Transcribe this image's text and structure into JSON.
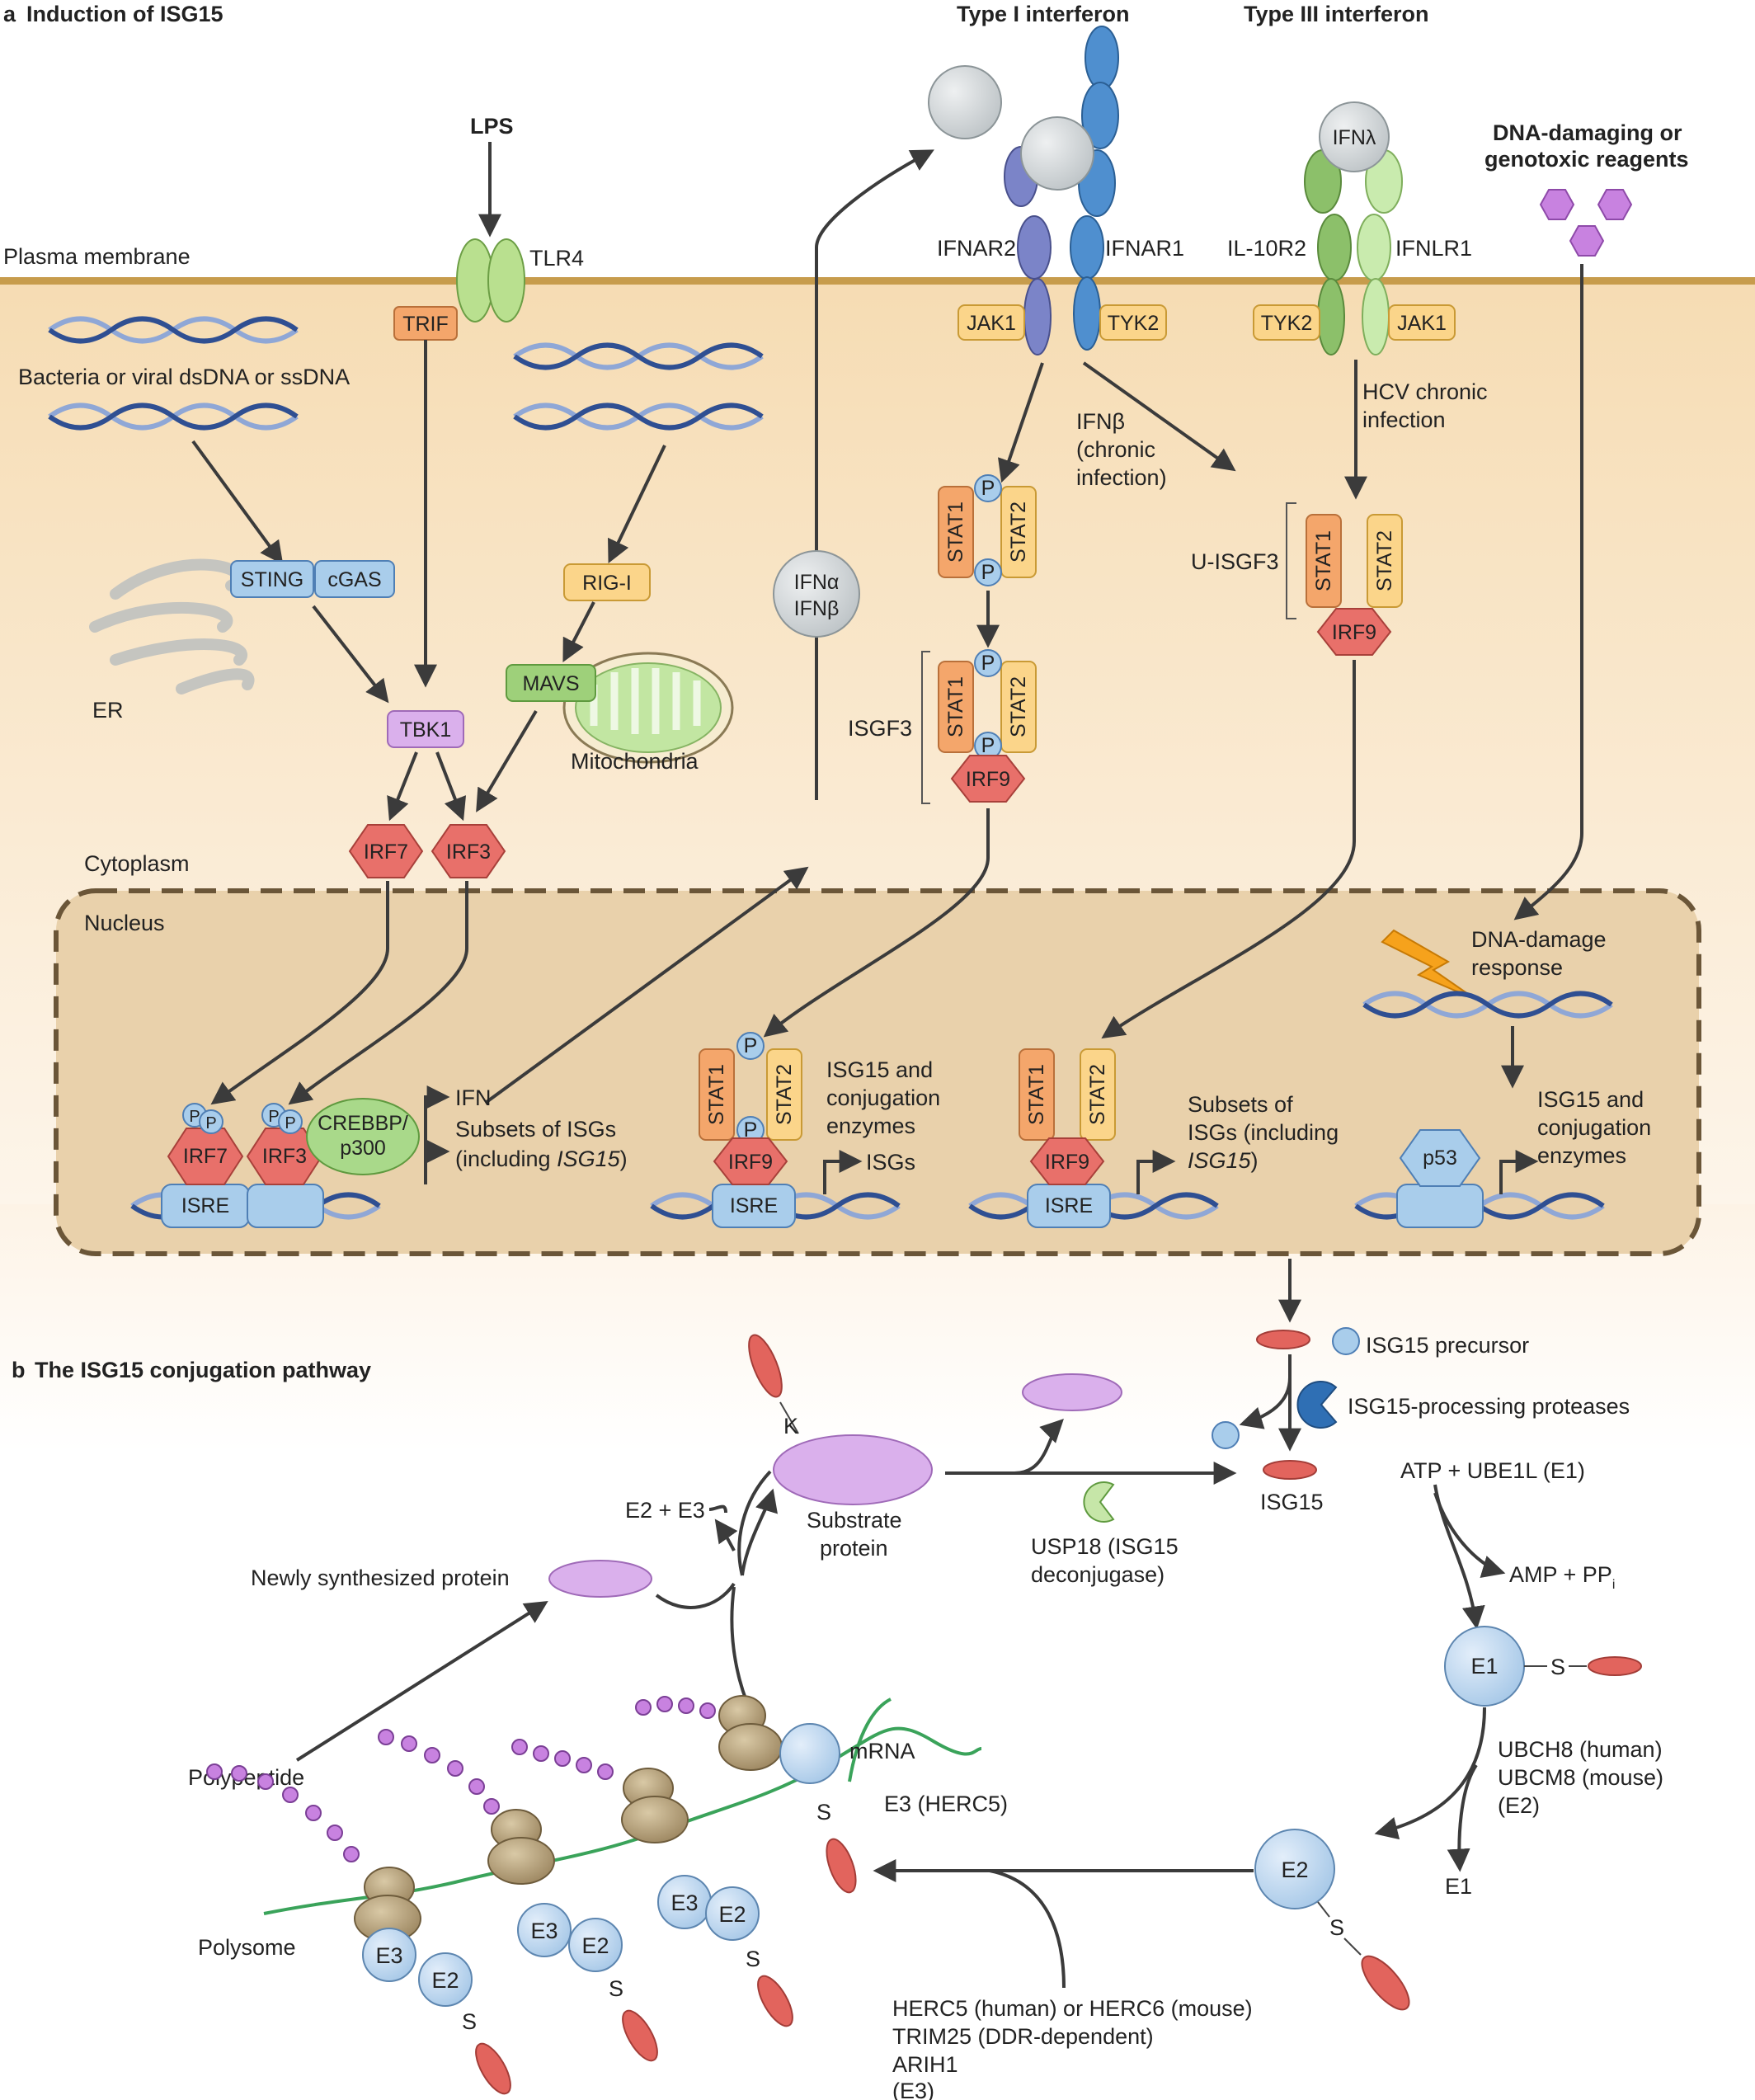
{
  "panel_a": {
    "title_letter": "a",
    "title": "Induction of ISG15",
    "type1": "Type I interferon",
    "type3": "Type III interferon",
    "lps": "LPS",
    "dna_damage_title_1": "DNA-damaging or",
    "dna_damage_title_2": "genotoxic reagents",
    "plasma_membrane": "Plasma membrane",
    "tlr4": "TLR4",
    "trif": "TRIF",
    "ifnar2": "IFNAR2",
    "ifnar1": "IFNAR1",
    "il10r2": "IL-10R2",
    "ifnlr1": "IFNLR1",
    "ifnl": "IFNλ",
    "jak1": "JAK1",
    "tyk2": "TYK2",
    "dna_label": "Bacteria or viral dsDNA or ssDNA",
    "sting": "STING",
    "cgas": "cGAS",
    "er": "ER",
    "tbk1": "TBK1",
    "rigi": "RIG-I",
    "mavs": "MAVS",
    "mito": "Mitochondria",
    "irf7": "IRF7",
    "irf3": "IRF3",
    "cytoplasm": "Cytoplasm",
    "nucleus": "Nucleus",
    "ifna": "IFNα",
    "ifnb": "IFNβ",
    "ifnb_chronic_1": "IFNβ",
    "ifnb_chronic_2": "(chronic",
    "ifnb_chronic_3": "infection)",
    "hcv_1": "HCV chronic",
    "hcv_2": "infection",
    "stat1": "STAT1",
    "stat2": "STAT2",
    "p": "P",
    "irf9": "IRF9",
    "isgf3": "ISGF3",
    "u_isgf3": "U-ISGF3",
    "isre": "ISRE",
    "crebbp_1": "CREBBP/",
    "crebbp_2": "p300",
    "ifn_out": "IFN",
    "subsets_1": "Subsets of ISGs",
    "subsets_2a": "(including ",
    "subsets_2b": "ISG15",
    "subsets_2c": ")",
    "isg15_conj_1": "ISG15 and",
    "isg15_conj_2": "conjugation",
    "isg15_conj_3": "enzymes",
    "isgs": "ISGs",
    "subsets_b1": "Subsets of",
    "subsets_b2": "ISGs (including",
    "subsets_b3a": "ISG15",
    "subsets_b3b": ")",
    "ddr_1": "DNA-damage",
    "ddr_2": "response",
    "p53": "p53"
  },
  "panel_b": {
    "title_letter": "b",
    "title": "The ISG15 conjugation pathway",
    "precursor": "ISG15 precursor",
    "proteases": "ISG15-processing proteases",
    "isg15": "ISG15",
    "k": "K",
    "substrate_1": "Substrate",
    "substrate_2": "protein",
    "usp18_1": "USP18 (ISG15",
    "usp18_2": "deconjugase)",
    "e2e3": "E2 + E3",
    "newly": "Newly synthesized protein",
    "atp": "ATP + UBE1L (E1)",
    "amp": "AMP + PP",
    "amp_sub": "i",
    "e1": "E1",
    "s": "S",
    "ubch8": "UBCH8 (human)",
    "ubcm8": "UBCM8 (mouse)",
    "e2_paren": "(E2)",
    "e1_out": "E1",
    "e2": "E2",
    "e3": "E3",
    "mrna": "mRNA",
    "e3_herc5": "E3 (HERC5)",
    "polypeptide": "Polypeptide",
    "polysome": "Polysome",
    "herc_1": "HERC5 (human) or HERC6 (mouse)",
    "herc_2": "TRIM25 (DDR-dependent)",
    "herc_3": "ARIH1",
    "herc_4": "(E3)"
  },
  "colors": {
    "cytoplasm": "#fbe9cf",
    "nucleus": "#e8cfa8",
    "membrane": "#c79c4c",
    "stat1": "#f4a66b",
    "stat2": "#fbd58a",
    "irf": "#e8706a",
    "receptor_blue": "#4f8fcf",
    "receptor_green": "#8cc06a",
    "blue_box": "#a9cdeb",
    "purple": "#dab0ec",
    "isg15_red": "#e0645c"
  }
}
